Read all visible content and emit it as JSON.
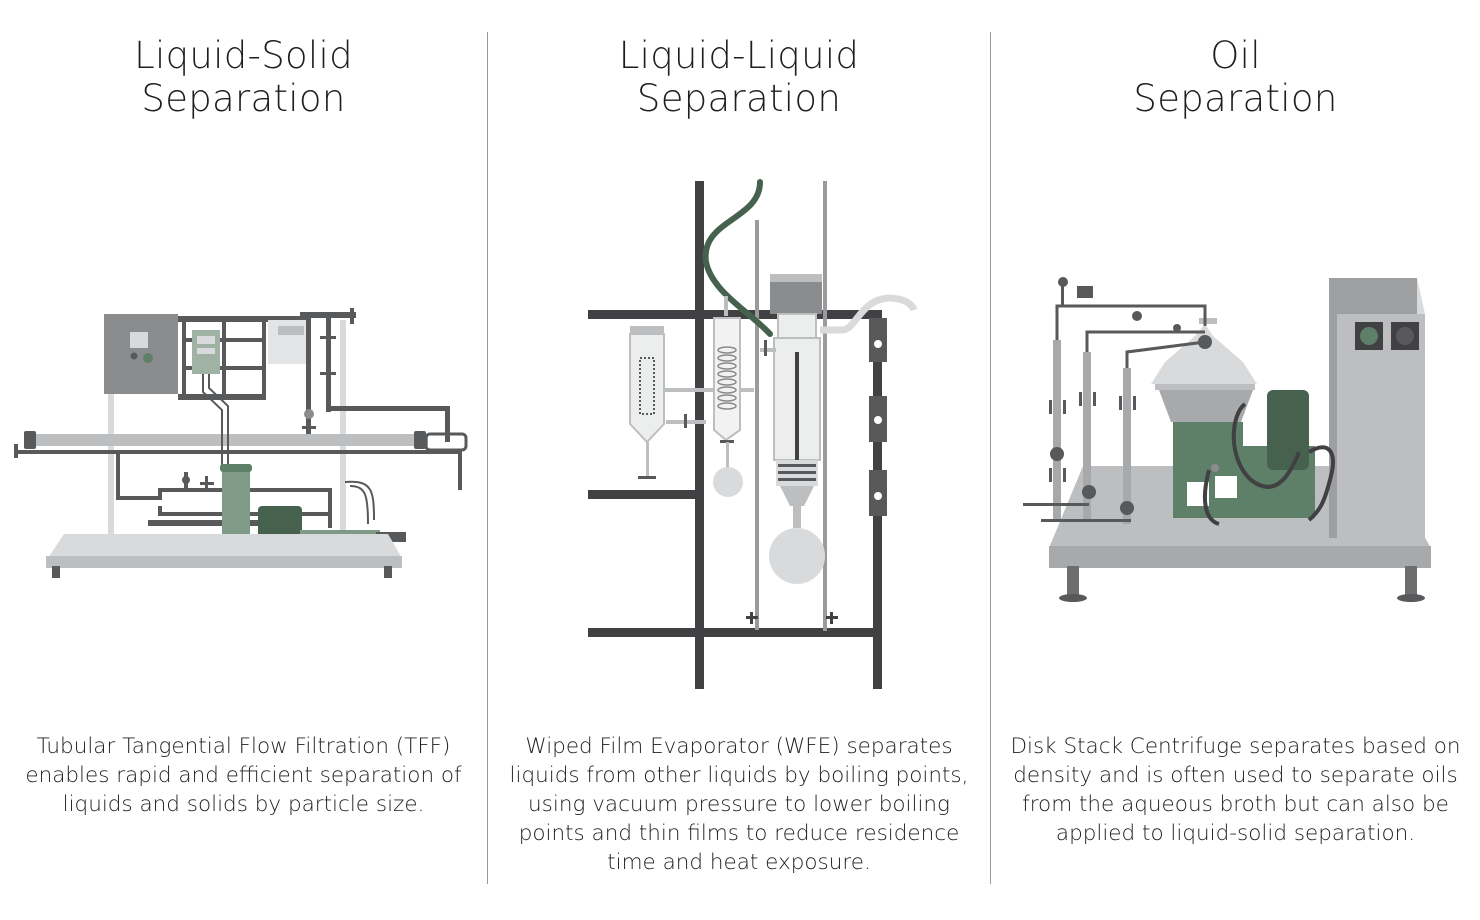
{
  "panels": [
    {
      "title_line1": "Liquid-Solid",
      "title_line2": "Separation",
      "description": "Tubular Tangential Flow Filtration (TFF) enables rapid and efficient separation of liquids and solids by particle size.",
      "illustration_icon": "tff-skid-icon"
    },
    {
      "title_line1": "Liquid-Liquid",
      "title_line2": "Separation",
      "description": "Wiped Film Evaporator (WFE) separates liquids from other liquids by boiling points, using vacuum pressure to lower boiling points and thin films to reduce residence time and heat exposure.",
      "illustration_icon": "wiped-film-evaporator-icon"
    },
    {
      "title_line1": "Oil",
      "title_line2": "Separation",
      "description": "Disk Stack Centrifuge separates based on density and is often used to separate oils from the aqueous broth but can also be applied to liquid-solid separation.",
      "illustration_icon": "disk-stack-centrifuge-icon"
    }
  ],
  "colors": {
    "dark_gray": "#58595b",
    "mid_gray": "#8a8c8e",
    "light_gray": "#bcbec0",
    "pale_gray": "#d9dadb",
    "green": "#5e7f68",
    "dark_green": "#46624f",
    "divider": "#9a9a9a"
  }
}
